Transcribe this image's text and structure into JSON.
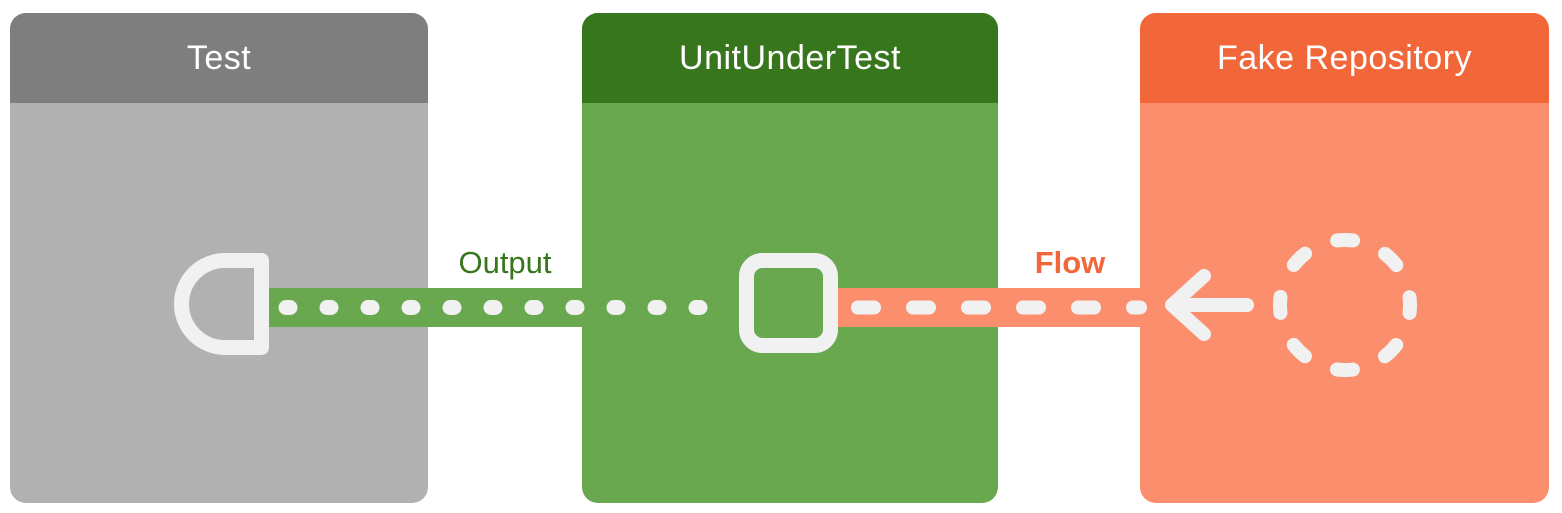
{
  "diagram": {
    "description": "Test double flow diagram with three nodes connected by dotted and dashed pipes",
    "background_color": "#ffffff",
    "icon_color": "#f1f1f1",
    "nodes": [
      {
        "id": "test",
        "label": "Test",
        "header_color": "#7e7e7e",
        "body_color": "#b1b1b1",
        "icon": "output-collector-icon"
      },
      {
        "id": "unit-under-test",
        "label": "UnitUnderTest",
        "header_color": "#38761d",
        "body_color": "#6aa84f",
        "icon": "unit-output-port-icon"
      },
      {
        "id": "fake-repository",
        "label": "Fake Repository",
        "header_color": "#f2673a",
        "body_color": "#fb8e6c",
        "icon": "fake-data-source-icon"
      }
    ],
    "connectors": [
      {
        "id": "output",
        "label": "Output",
        "label_color": "#38761d",
        "band_color": "#6aa84f",
        "pattern": "dotted",
        "has_arrow": false,
        "between": [
          "unit-under-test",
          "test"
        ]
      },
      {
        "id": "flow",
        "label": "Flow",
        "label_color": "#f2673a",
        "band_color": "#fb8e6c",
        "pattern": "dashed",
        "has_arrow": true,
        "arrow_direction": "left",
        "between": [
          "fake-repository",
          "unit-under-test"
        ]
      }
    ]
  }
}
